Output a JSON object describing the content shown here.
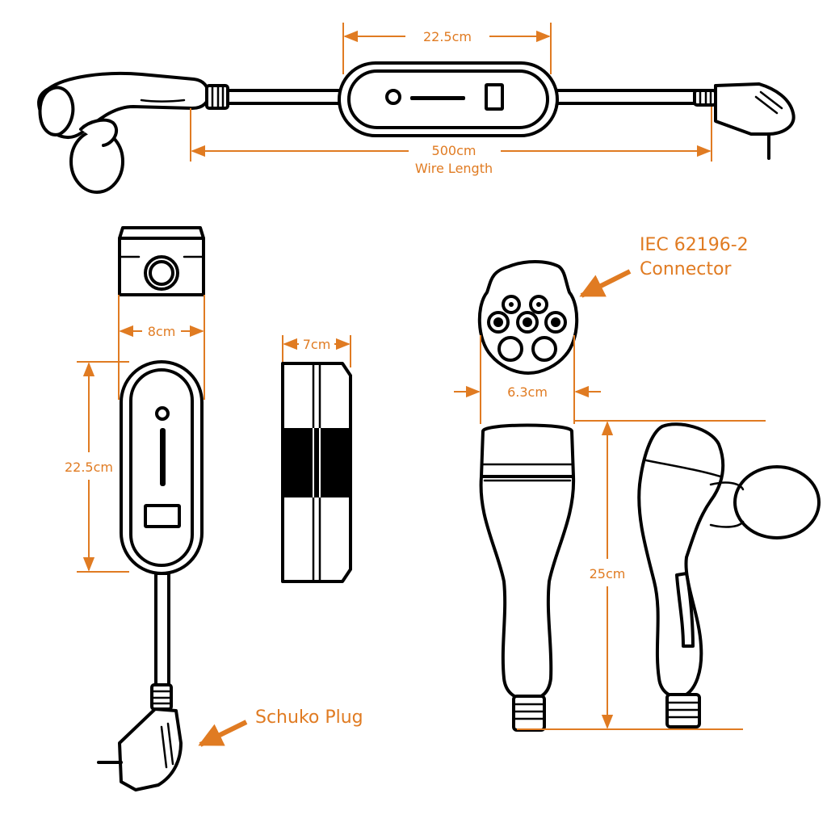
{
  "accent_color": "#e07b22",
  "outline_color": "#000000",
  "top_view": {
    "control_box_length": "22.5cm",
    "wire_length_value": "500cm",
    "wire_length_caption": "Wire Length"
  },
  "front_view": {
    "width": "8cm",
    "height": "22.5cm"
  },
  "side_view": {
    "depth": "7cm"
  },
  "connector": {
    "callout_line1": "IEC 62196-2",
    "callout_line2": "Connector",
    "face_width": "6.3cm",
    "handle_length": "25cm"
  },
  "plug": {
    "callout": "Schuko Plug"
  }
}
